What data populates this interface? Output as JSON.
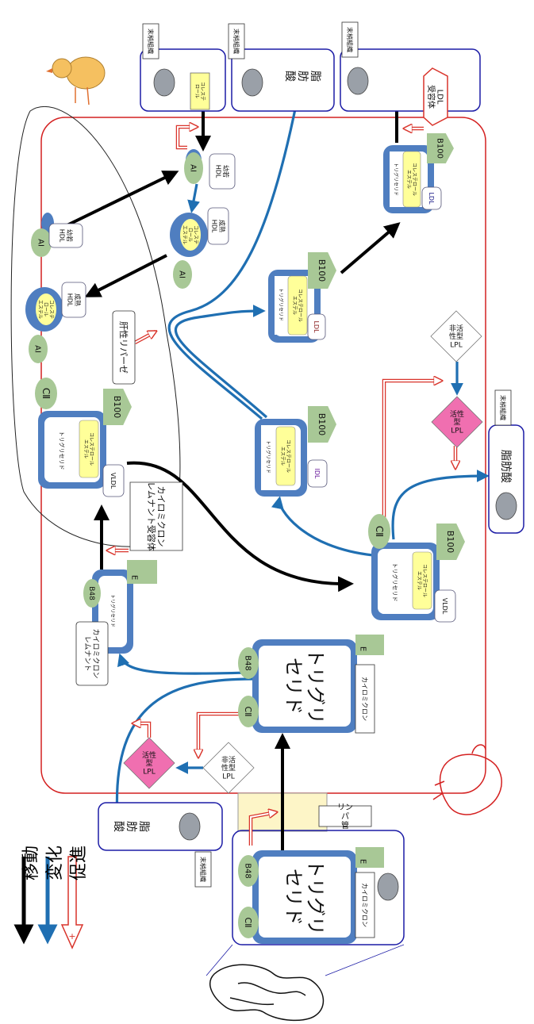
{
  "labels": {
    "peripheral": "末梢組織",
    "fatty_acid_v": "脂\n肪\n酸",
    "fatty_acid": "脂肪酸",
    "ldl_receptor": "LDL\n受容体",
    "cholesterol_small": "コレステ\nロール",
    "chol_ester": "コレステ\nロール\nエステル",
    "chol_ester_long": "コレステロール\nエステル",
    "triglyceride_small": "トリグリセリド",
    "triglyceride_big": "トリグリ\nセリド",
    "A1": "AⅠ",
    "C2": "CⅡ",
    "E": "E",
    "B100": "B100",
    "B48": "B48",
    "young_hdl": "幼若\nHDL",
    "mature_hdl": "成熟\nHDL",
    "hepatic_lipase": "肝性リパーゼ",
    "inactive_lpl": "非活\n性型\nLPL",
    "active_lpl": "活性\n型\nLPL",
    "vldl": "VLDL",
    "idl": "IDL",
    "ldl": "LDL",
    "chylomicron": "カイロミクロン",
    "remnant": "カイロミクロン\nレムナント",
    "remnant_receptor": "カイロミクロン\nレムナント受容体",
    "lymph": "リン\nパ\n管"
  },
  "legend": [
    {
      "label": "移動",
      "type": "move"
    },
    {
      "label": "変化",
      "type": "change"
    },
    {
      "label": "促進",
      "type": "promote"
    }
  ],
  "colors": {
    "move": "#000000",
    "change": "#1f6fb2",
    "promote": "#d9342b",
    "lipo_blue": "#4f7ec0",
    "apo_green": "#a8c896",
    "chol_yellow": "#ffff99",
    "active_pink": "#f06fb0",
    "tissue_border": "#1c1ca6",
    "blood_border": "#d42020",
    "lymph_fill": "#fdf5c7",
    "cell_gray": "#9aa0a8"
  }
}
